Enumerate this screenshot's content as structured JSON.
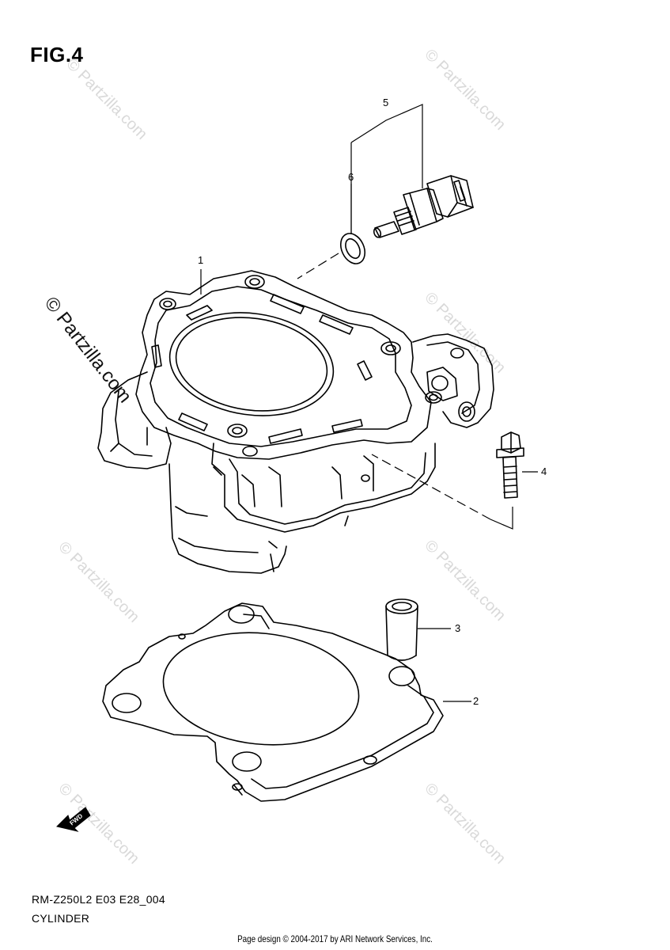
{
  "figure": {
    "title": "FIG.4",
    "model_code": "RM-Z250L2 E03 E28_004",
    "name": "CYLINDER"
  },
  "callouts": {
    "part_1": "1",
    "part_2": "2",
    "part_3": "3",
    "part_4": "4",
    "part_5": "5",
    "part_6": "6"
  },
  "fwd_label": "FWD",
  "watermark_text": "© Partzilla.com",
  "footer": {
    "credit": "Page design © 2004-2017 by ARI Network Services, Inc."
  },
  "colors": {
    "line": "#000000",
    "watermark": "#d9d9d9"
  }
}
